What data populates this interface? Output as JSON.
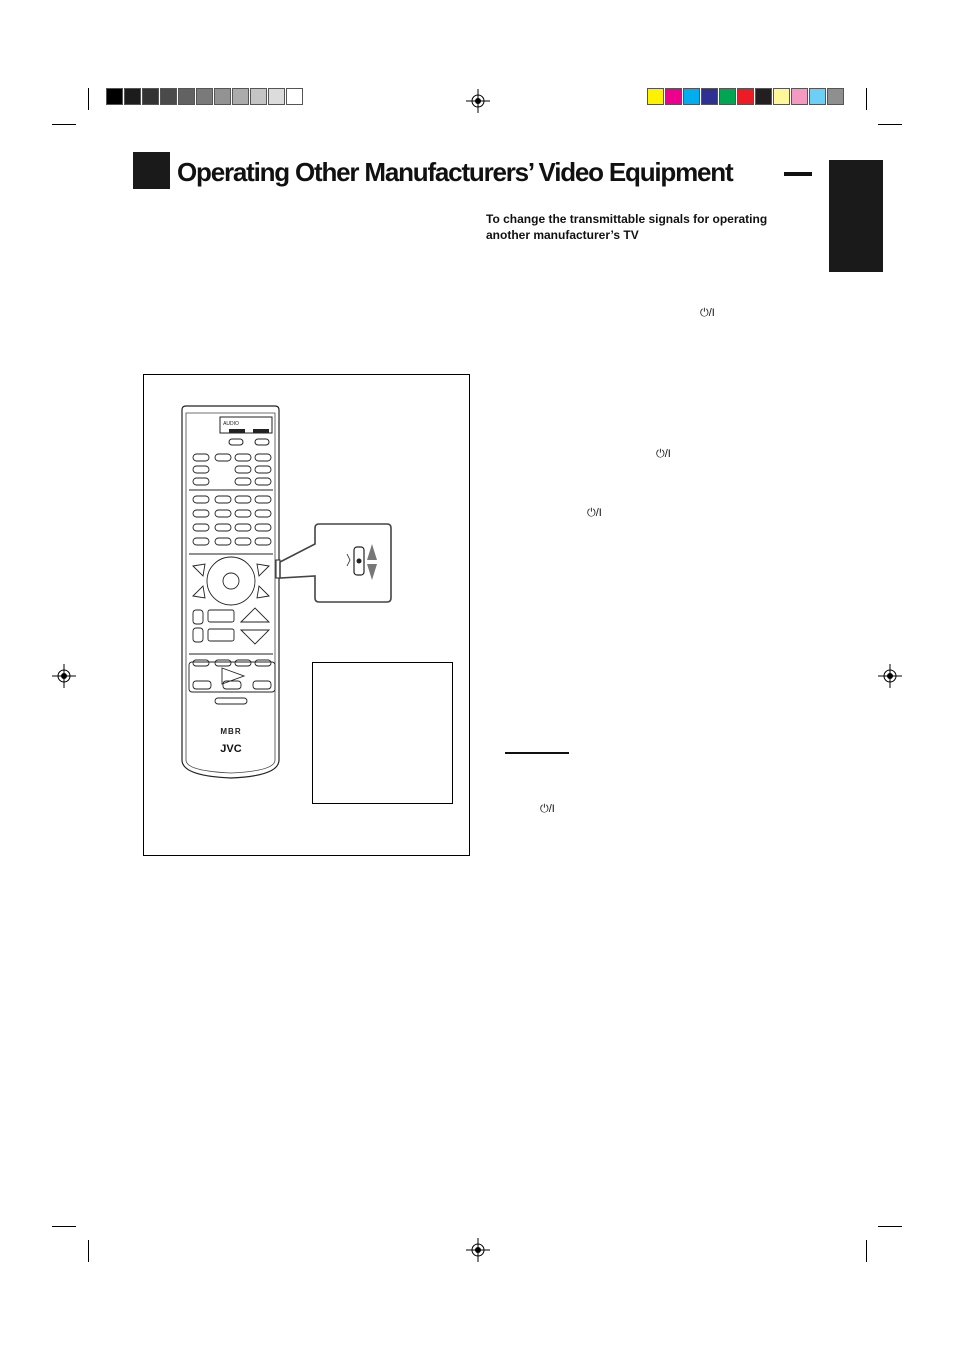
{
  "header": {
    "title": "Operating Other Manufacturers’ Video Equipment"
  },
  "section": {
    "subheading": "To change the transmittable signals for operating another manufacturer’s TV",
    "power_symbol": "⏻/I"
  },
  "remote": {
    "brand": "JVC",
    "logo": "MBR",
    "audio_label": "AUDIO"
  },
  "color_bars": {
    "gray": [
      "#000000",
      "#1c1c1c",
      "#333333",
      "#4a4a4a",
      "#626262",
      "#7a7a7a",
      "#939393",
      "#ababab",
      "#c4c4c4",
      "#dcdcdc",
      "#ffffff"
    ],
    "color": [
      "#fff200",
      "#ec008c",
      "#00aeef",
      "#2e3192",
      "#00a651",
      "#ed1c24",
      "#231f20",
      "#fff799",
      "#f49ac1",
      "#6dcff6",
      "#8f8f8f"
    ]
  }
}
